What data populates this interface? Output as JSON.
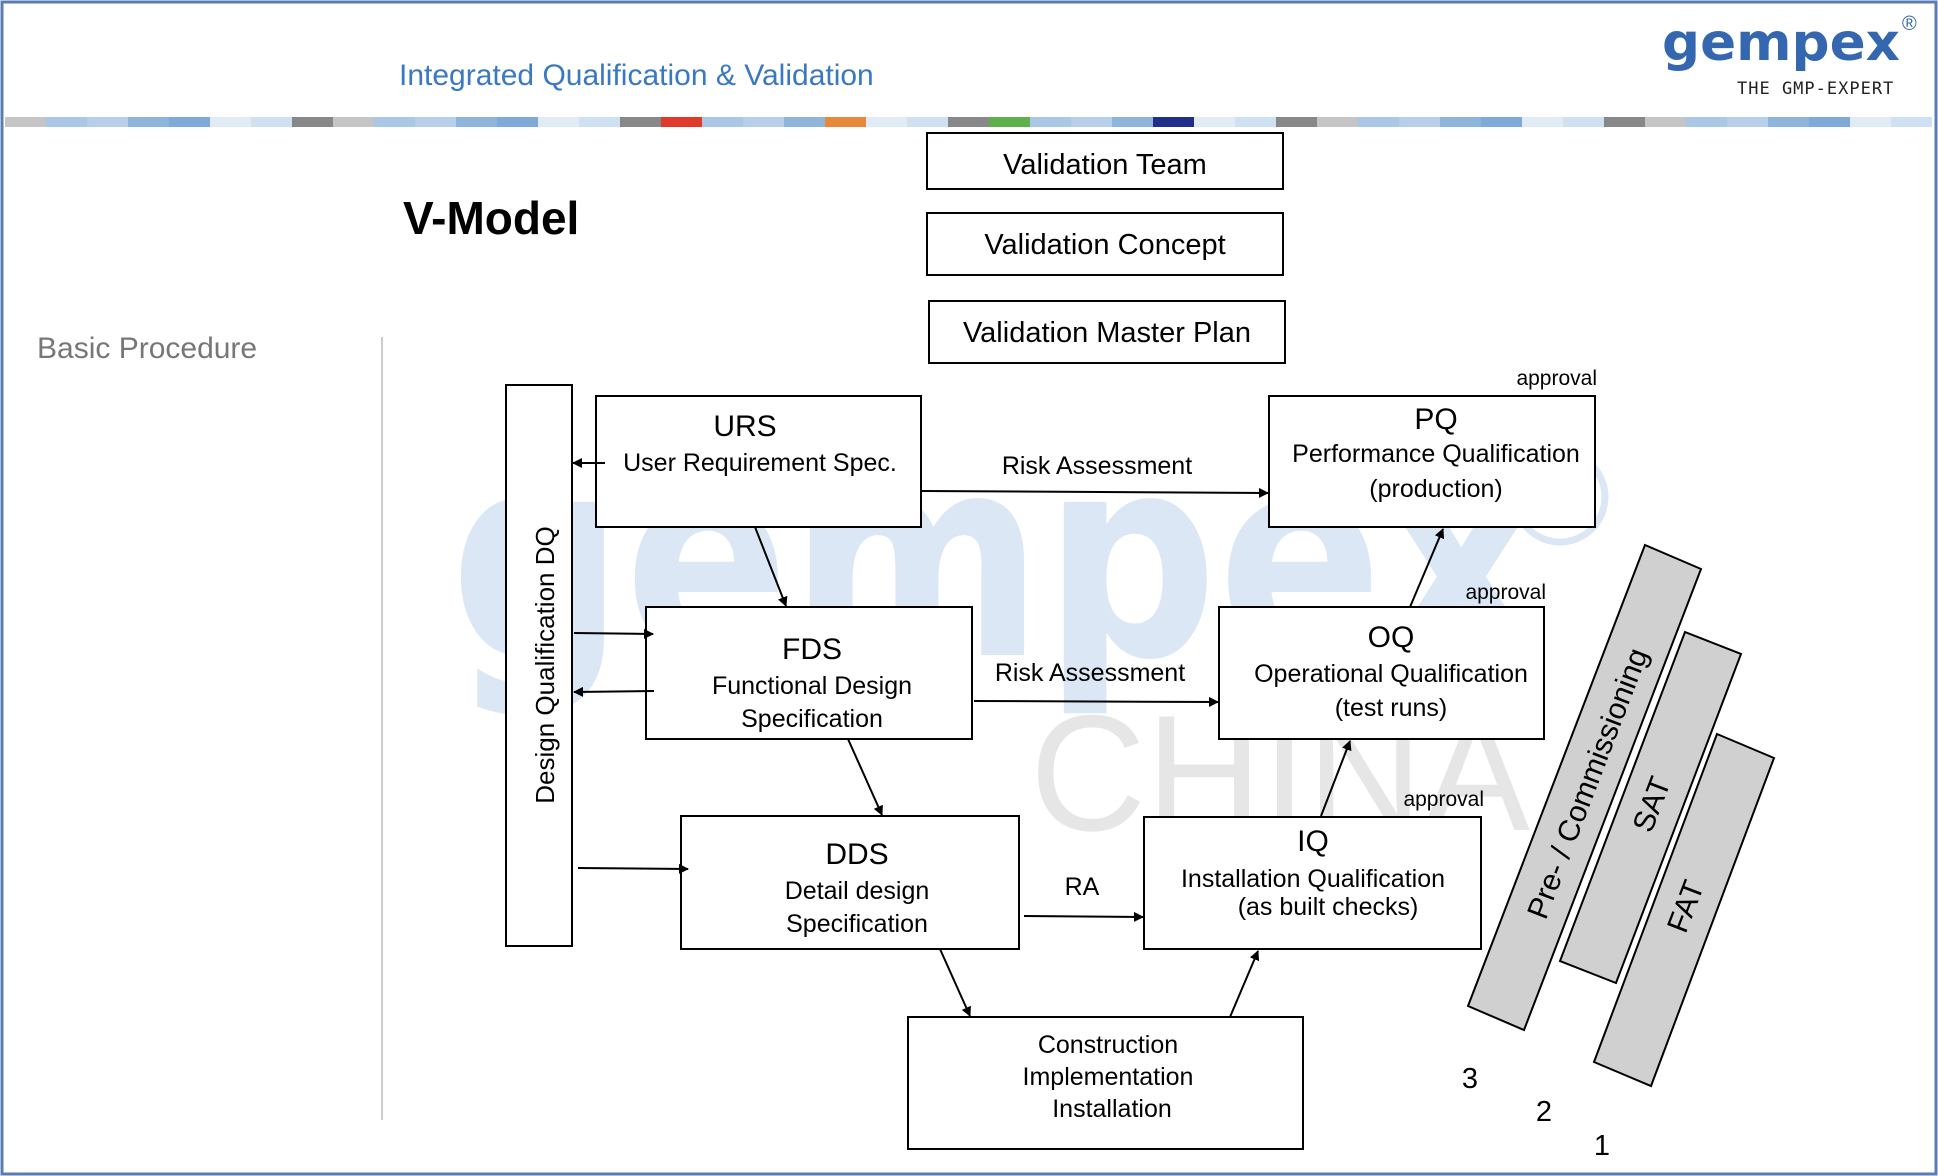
{
  "header": {
    "title": "Integrated Qualification & Validation",
    "logo_text": "gempex",
    "logo_registered": "®",
    "logo_tagline": "THE GMP-EXPERT"
  },
  "slide": {
    "heading": "V-Model",
    "section_label": "Basic Procedure"
  },
  "watermark": {
    "main": "gempex",
    "registered": "®",
    "sub": "CHINA"
  },
  "top_boxes": {
    "team": "Validation Team",
    "concept": "Validation Concept",
    "vmp": "Validation Master Plan"
  },
  "dq_bar": {
    "label": "Design Qualification DQ"
  },
  "spec_boxes": {
    "urs": {
      "title": "URS",
      "line1": "User Requirement Spec."
    },
    "fds": {
      "title": "FDS",
      "line1": "Functional Design",
      "line2": "Specification"
    },
    "dds": {
      "title": "DDS",
      "line1": "Detail design",
      "line2": "Specification"
    }
  },
  "construction": {
    "line1": "Construction",
    "line2": "Implementation",
    "line3": "Installation"
  },
  "qual_boxes": {
    "pq": {
      "title": "PQ",
      "line1": "Performance Qualification",
      "line2": "(production)",
      "approval": "approval"
    },
    "oq": {
      "title": "OQ",
      "line1": "Operational Qualification",
      "line2": "(test runs)",
      "approval": "approval"
    },
    "iq": {
      "title": "IQ",
      "line1": "Installation Qualification",
      "line2": "(as built checks)",
      "approval": "approval"
    }
  },
  "risk_labels": {
    "urs_pq": "Risk Assessment",
    "fds_oq": "Risk Assessment",
    "dds_iq": "RA"
  },
  "commissioning_bars": [
    {
      "label": "Pre- / Commissioning",
      "number": "3"
    },
    {
      "label": "SAT",
      "number": "2"
    },
    {
      "label": "FAT",
      "number": "1"
    }
  ],
  "colors": {
    "header_title": "#3a78c2",
    "logo": "#3467b0",
    "watermark": "#dbe7f4",
    "bar_fill": "#d0d0d0",
    "frame": "#5d7bb3",
    "stripe_red": "#e03a2c",
    "stripe_orange": "#e8883a",
    "stripe_green": "#5db04b",
    "stripe_navy": "#1f2f8a"
  }
}
